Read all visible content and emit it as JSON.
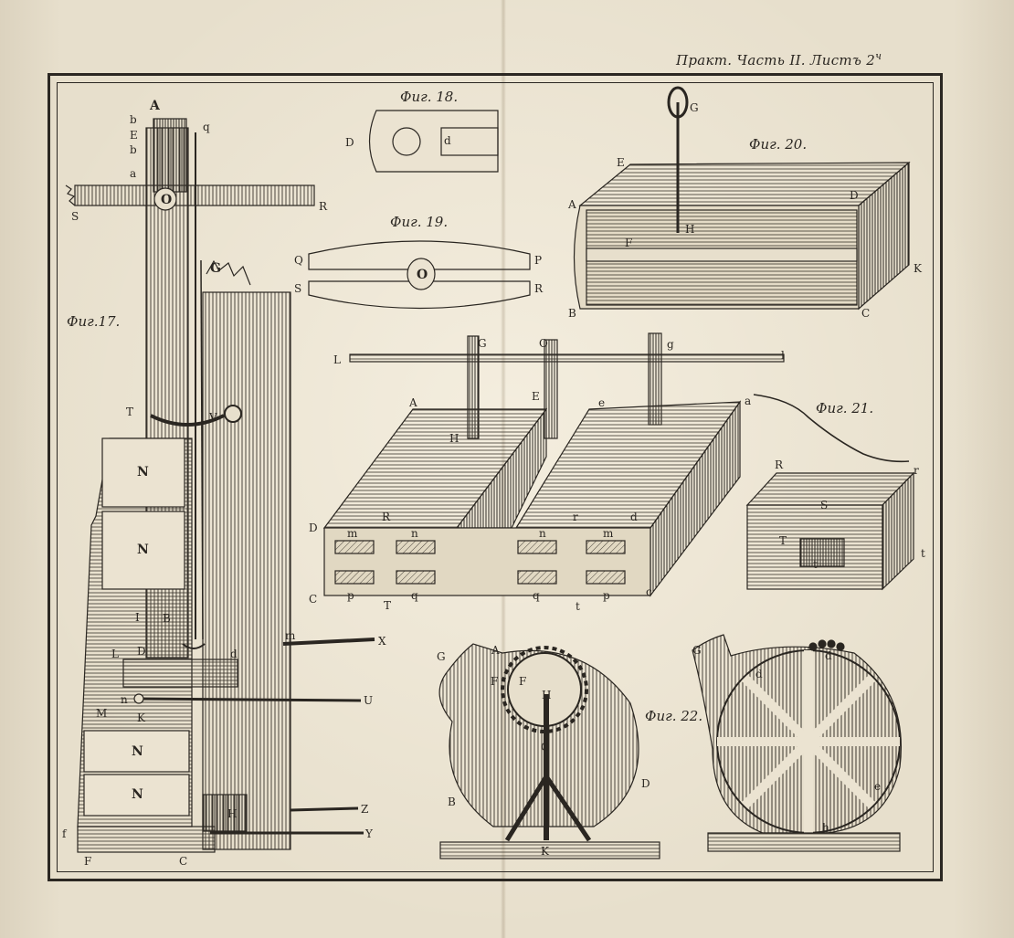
{
  "header": {
    "title": "Практ. Часть II. Листъ 2",
    "sheet_suffix": "ч"
  },
  "figures": {
    "fig17": {
      "caption": "Фиг.17."
    },
    "fig18": {
      "caption": "Фиг. 18."
    },
    "fig19": {
      "caption": "Фиг. 19."
    },
    "fig20": {
      "caption": "Фиг. 20."
    },
    "fig21": {
      "caption": "Фиг. 21."
    },
    "fig22": {
      "caption": "Фиг. 22."
    }
  },
  "labels": {
    "fig17": {
      "A": "A",
      "b1": "b",
      "E": "E",
      "b2": "b",
      "a": "a",
      "O": "O",
      "S": "S",
      "R": "R",
      "q": "q",
      "G": "G",
      "T": "T",
      "V": "V",
      "N1": "N",
      "N2": "N",
      "I": "I",
      "B": "B",
      "L": "L",
      "D": "D",
      "d": "d",
      "M": "M",
      "n": "n",
      "K": "K",
      "m": "m",
      "X": "X",
      "U": "U",
      "N3": "N",
      "N4": "N",
      "H": "H",
      "Z": "Z",
      "Y": "Y",
      "f": "f",
      "F": "F",
      "C": "C"
    },
    "fig18": {
      "D": "D",
      "d": "d"
    },
    "fig19": {
      "Q": "Q",
      "P": "P",
      "O": "O",
      "S": "S",
      "R": "R"
    },
    "fig20": {
      "G": "G",
      "E": "E",
      "A": "A",
      "D": "D",
      "H": "H",
      "F": "F",
      "K": "K",
      "B": "B",
      "C": "C"
    },
    "fig21_main": {
      "L": "L",
      "G": "G",
      "O": "O",
      "g": "g",
      "l": "l",
      "A": "A",
      "E": "E",
      "e": "e",
      "a": "a",
      "H": "H",
      "D": "D",
      "R": "R",
      "r": "r",
      "d": "d",
      "m1": "m",
      "n1": "n",
      "n2": "n",
      "m2": "m",
      "C": "C",
      "p1": "p",
      "T": "T",
      "q1": "q",
      "q2": "q",
      "t": "t",
      "p2": "p",
      "c": "c"
    },
    "fig21_small": {
      "R": "R",
      "r": "r",
      "S": "S",
      "T": "T",
      "t1": "t",
      "t2": "t"
    },
    "fig22_left": {
      "G": "G",
      "A": "A",
      "F1": "F",
      "F2": "F",
      "H": "H",
      "G2": "G",
      "B": "B",
      "D": "D",
      "K": "K"
    },
    "fig22_right": {
      "G": "G",
      "d1": "d",
      "d2": "d",
      "e": "e",
      "h": "h"
    }
  },
  "colors": {
    "paper": "#e7dfcc",
    "ink": "#2a2621"
  }
}
